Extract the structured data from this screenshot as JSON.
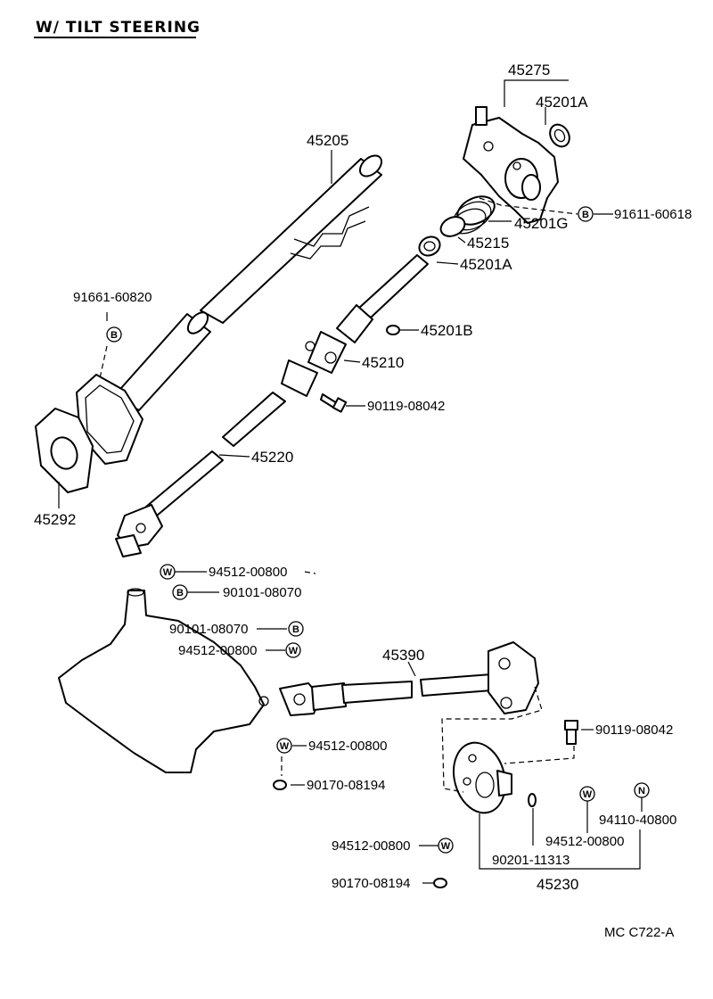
{
  "title": "W/ TILT STEERING",
  "drawing_code": "MC  C722-A",
  "labels": {
    "p45275": "45275",
    "p45201A_top": "45201A",
    "p45205": "45205",
    "p45201G": "45201G",
    "p91611": "91611-60618",
    "p45215": "45215",
    "p45201A_mid": "45201A",
    "p91661": "91661-60820",
    "p45201B": "45201B",
    "p45210": "45210",
    "p90119_a": "90119-08042",
    "p45220": "45220",
    "p45292": "45292",
    "p94512_a": "94512-00800",
    "p90101_a": "90101-08070",
    "p90101_b": "90101-08070",
    "p94512_b": "94512-00800",
    "p45390": "45390",
    "p90119_b": "90119-08042",
    "p94512_c": "94512-00800",
    "p90170_a": "90170-08194",
    "p94110": "94110-40800",
    "p94512_d": "94512-00800",
    "p94512_e": "94512-00800",
    "p90201": "90201-11313",
    "p45230": "45230",
    "p90170_b": "90170-08194"
  },
  "badges": {
    "b": "B",
    "w": "W",
    "n": "N"
  }
}
